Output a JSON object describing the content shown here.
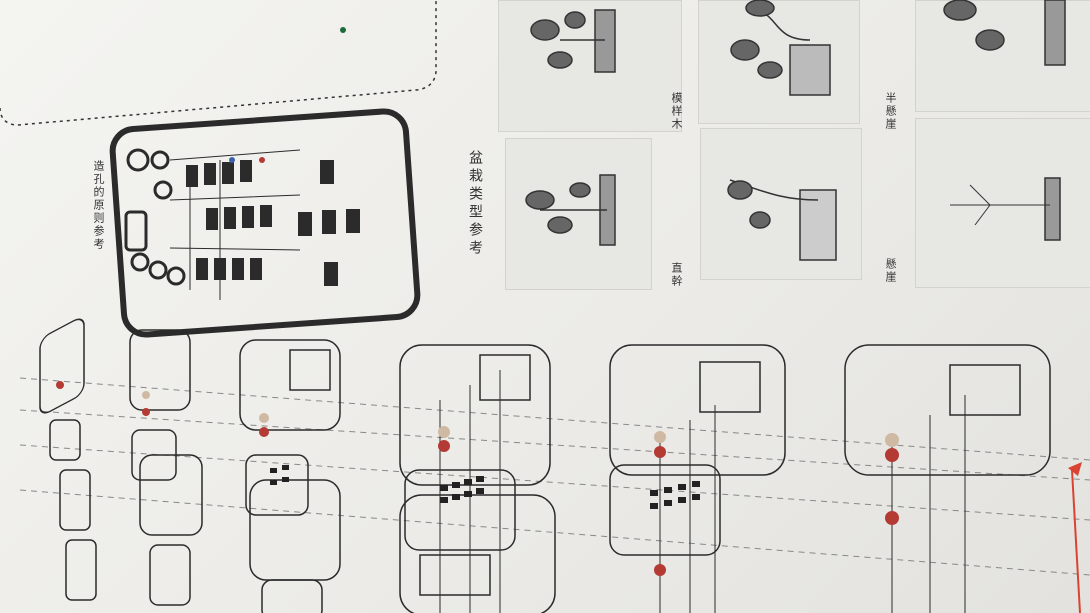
{
  "labels": {
    "hole_principle": "造孔的原则参考",
    "bonsai_reference": "盆栽类型参考",
    "straight_trunk": "直幹",
    "mottled_wood": "模样木",
    "cascade": "懸崖",
    "semi_cascade": "半懸崖"
  },
  "colors": {
    "paper": "#f1f0ec",
    "ink": "#2c2c2c",
    "accent_red": "#b43a34",
    "arrow_red": "#d94432"
  }
}
